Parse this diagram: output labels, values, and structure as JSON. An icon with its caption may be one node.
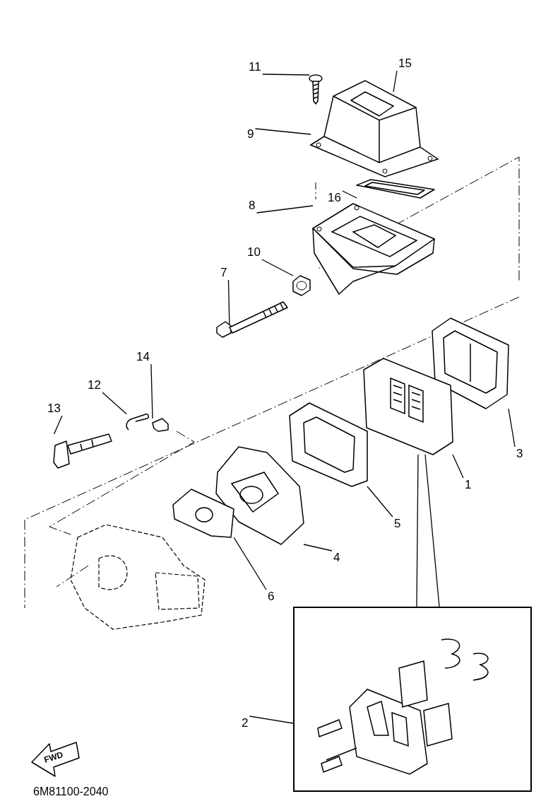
{
  "diagram": {
    "nodes": [
      {
        "text": [
          "11"
        ]
      },
      {
        "text": [],
        "shape": "picture"
      },
      {
        "text": [
          "15"
        ]
      },
      {
        "text": [],
        "shape": "picture",
        "in": 5
      },
      {
        "text": [
          "9"
        ]
      },
      {
        "text": [],
        "shape": "picture"
      },
      {
        "text": [
          "16"
        ]
      },
      {
        "text": [],
        "shape": "picture"
      },
      {
        "text": [
          "8"
        ]
      },
      {
        "text": [],
        "shape": "picture"
      },
      {
        "text": [
          "10"
        ]
      },
      {
        "text": [],
        "shape": "picture"
      },
      {
        "text": [
          "7"
        ]
      },
      {
        "text": [],
        "shape": "picture"
      },
      {
        "text": [
          "14"
        ]
      },
      {
        "text": [],
        "shape": "picture"
      },
      {
        "text": [
          "12"
        ]
      },
      {
        "text": [],
        "shape": "picture"
      },
      {
        "text": [
          "13"
        ]
      },
      {
        "text": [],
        "shape": "picture"
      },
      {
        "text": [
          "3"
        ]
      },
      {
        "text": [],
        "shape": "picture"
      },
      {
        "text": [
          "1"
        ]
      },
      {
        "text": [],
        "shape": "picture"
      },
      {
        "text": [
          "5"
        ]
      },
      {
        "text": [],
        "shape": "picture"
      },
      {
        "text": [
          "4"
        ]
      },
      {
        "text": [],
        "shape": "picture"
      },
      {
        "text": [
          "6"
        ]
      },
      {
        "text": [],
        "shape": "picture"
      },
      {
        "text": [
          "2"
        ]
      },
      {
        "text": [],
        "shape": "box"
      }
    ],
    "edges": [
      {
        "from": 0,
        "to": 1,
        "arrow": "none"
      },
      {
        "from": 2,
        "to": 3,
        "arrow": "none"
      },
      {
        "from": 4,
        "to": 5,
        "arrow": "none"
      },
      {
        "from": 6,
        "to": 7,
        "arrow": "none"
      },
      {
        "from": 8,
        "to": 9,
        "arrow": "none"
      },
      {
        "from": 10,
        "to": 11,
        "arrow": "none"
      },
      {
        "from": 12,
        "to": 13,
        "arrow": "none"
      },
      {
        "from": 14,
        "to": 15,
        "arrow": "none"
      },
      {
        "from": 16,
        "to": 17,
        "arrow": "none"
      },
      {
        "from": 18,
        "to": 19,
        "arrow": "none"
      },
      {
        "from": 20,
        "to": 21,
        "arrow": "none"
      },
      {
        "from": 22,
        "to": 23,
        "arrow": "none"
      },
      {
        "from": 24,
        "to": 25,
        "arrow": "none"
      },
      {
        "from": 26,
        "to": 27,
        "arrow": "none"
      },
      {
        "from": 28,
        "to": 29,
        "arrow": "none"
      },
      {
        "from": 30,
        "to": 31,
        "arrow": "none"
      },
      {
        "from": 23,
        "to": 31,
        "arrow": "none"
      },
      {
        "from": 23,
        "to": 31,
        "arrow": "none"
      }
    ],
    "labels": [
      "FWD",
      "6M81100-2040"
    ]
  }
}
